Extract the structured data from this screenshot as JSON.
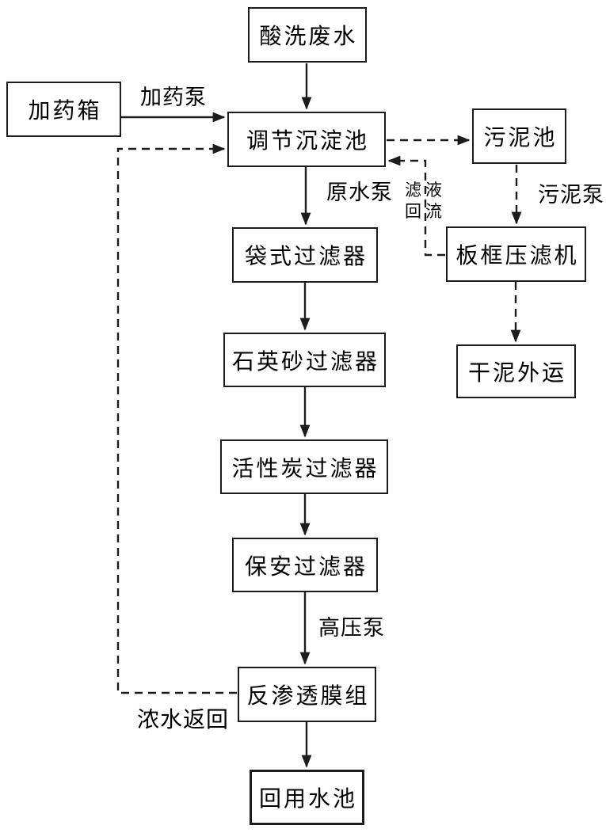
{
  "page": {
    "background_color": "#ffffff",
    "line_color": "#1c1c1c"
  },
  "diagram": {
    "type": "flowchart",
    "nodes": {
      "acid_wastewater": {
        "label": "酸洗废水"
      },
      "dosing_tank": {
        "label": "加药箱"
      },
      "regulating_sedimentation_tank": {
        "label": "调节沉淀池"
      },
      "sludge_tank": {
        "label": "污泥池"
      },
      "bag_filter": {
        "label": "袋式过滤器"
      },
      "plate_frame_filter_press": {
        "label": "板框压滤机"
      },
      "quartz_sand_filter": {
        "label": "石英砂过滤器"
      },
      "dry_sludge_transport": {
        "label": "干泥外运"
      },
      "activated_carbon_filter": {
        "label": "活性炭过滤器"
      },
      "security_filter": {
        "label": "保安过滤器"
      },
      "ro_membrane_unit": {
        "label": "反渗透膜组"
      },
      "reuse_water_tank": {
        "label": "回用水池"
      }
    },
    "edge_labels": {
      "dosing_pump": "加药泵",
      "raw_water_pump": "原水泵",
      "sludge_pump": "污泥泵",
      "high_pressure_pump": "高压泵",
      "concentrate_return": "浓水返回",
      "filtrate_return_row1": "滤液",
      "filtrate_return_row2": "回流"
    },
    "edges": [
      {
        "from": "acid_wastewater",
        "to": "regulating_sedimentation_tank",
        "style": "solid"
      },
      {
        "from": "dosing_tank",
        "to": "regulating_sedimentation_tank",
        "style": "solid",
        "label": "加药泵"
      },
      {
        "from": "regulating_sedimentation_tank",
        "to": "bag_filter",
        "style": "solid",
        "label": "原水泵"
      },
      {
        "from": "bag_filter",
        "to": "quartz_sand_filter",
        "style": "solid"
      },
      {
        "from": "quartz_sand_filter",
        "to": "activated_carbon_filter",
        "style": "solid"
      },
      {
        "from": "activated_carbon_filter",
        "to": "security_filter",
        "style": "solid"
      },
      {
        "from": "security_filter",
        "to": "ro_membrane_unit",
        "style": "solid",
        "label": "高压泵"
      },
      {
        "from": "ro_membrane_unit",
        "to": "reuse_water_tank",
        "style": "solid"
      },
      {
        "from": "regulating_sedimentation_tank",
        "to": "sludge_tank",
        "style": "dashed"
      },
      {
        "from": "sludge_tank",
        "to": "plate_frame_filter_press",
        "style": "dashed",
        "label": "污泥泵"
      },
      {
        "from": "plate_frame_filter_press",
        "to": "dry_sludge_transport",
        "style": "dashed"
      },
      {
        "from": "plate_frame_filter_press",
        "to": "regulating_sedimentation_tank",
        "style": "dashed",
        "label": "滤液回流"
      },
      {
        "from": "ro_membrane_unit",
        "to": "regulating_sedimentation_tank",
        "style": "dashed",
        "label": "浓水返回"
      }
    ]
  }
}
